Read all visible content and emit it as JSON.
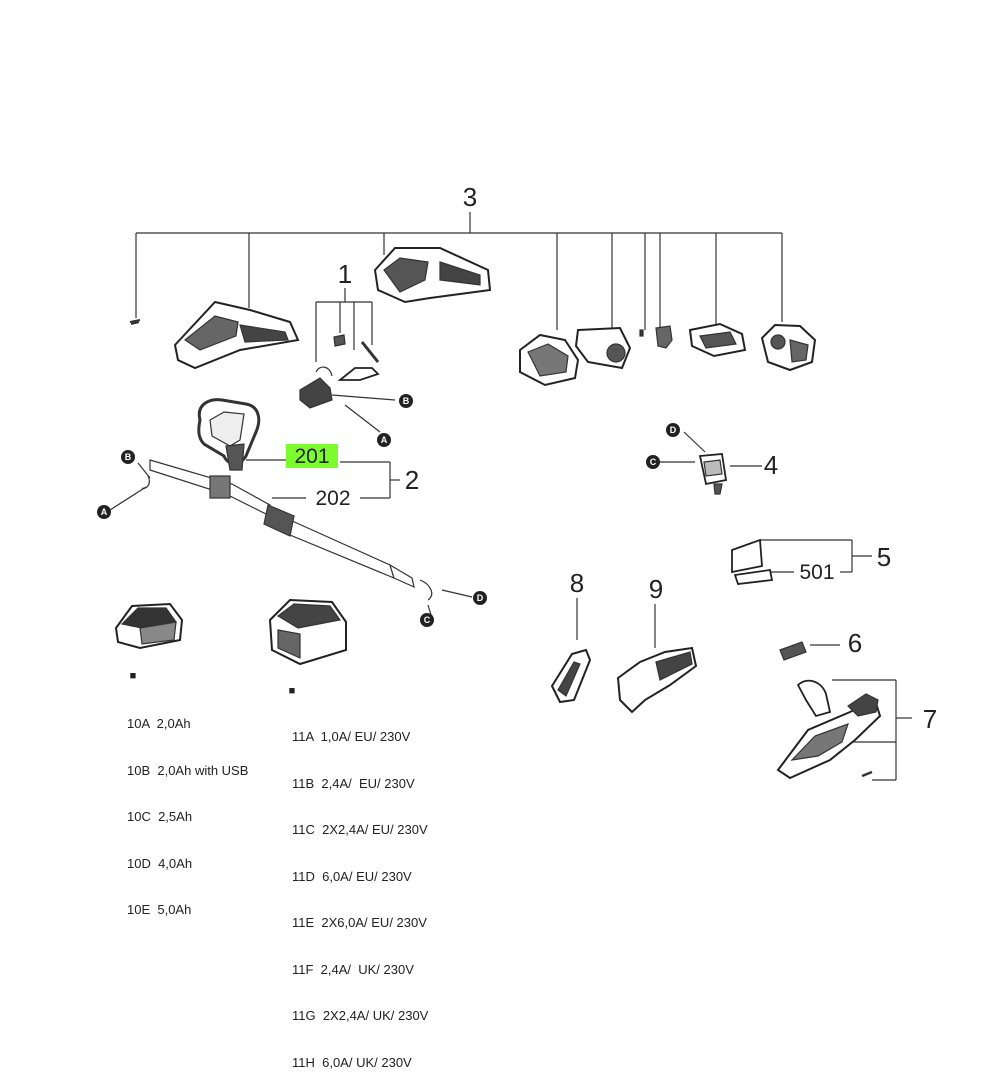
{
  "labels": {
    "p1": "1",
    "p2": "2",
    "p3": "3",
    "p4": "4",
    "p5": "5",
    "p6": "6",
    "p7": "7",
    "p8": "8",
    "p9": "9",
    "p201": "201",
    "p202": "202",
    "p501": "501"
  },
  "connectors": {
    "a": "A",
    "b": "B",
    "c": "C",
    "d": "D"
  },
  "highlight_color": "#7cfc2a",
  "batteries": {
    "marker": "■",
    "items": [
      "10A  2,0Ah",
      "10B  2,0Ah with USB",
      "10C  2,5Ah",
      "10D  4,0Ah",
      "10E  5,0Ah"
    ]
  },
  "chargers": {
    "marker": "■",
    "items": [
      "11A  1,0A/ EU/ 230V",
      "11B  2,4A/  EU/ 230V",
      "11C  2X2,4A/ EU/ 230V",
      "11D  6,0A/ EU/ 230V",
      "11E  2X6,0A/ EU/ 230V",
      "11F  2,4A/  UK/ 230V",
      "11G  2X2,4A/ UK/ 230V",
      "11H  6,0A/ UK/ 230V"
    ]
  }
}
